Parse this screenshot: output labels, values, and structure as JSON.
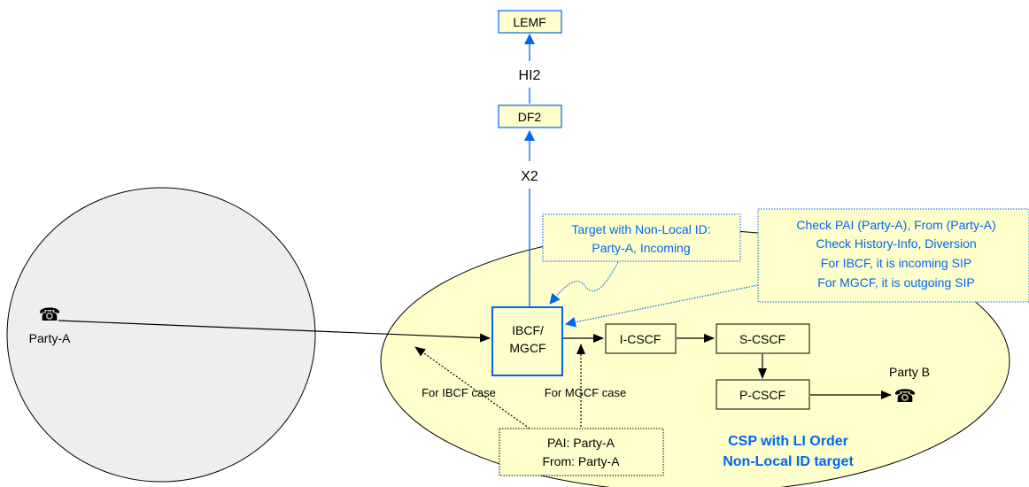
{
  "nodes": {
    "lemf": "LEMF",
    "df2": "DF2",
    "ibcf_line1": "IBCF/",
    "ibcf_line2": "MGCF",
    "icscf": "I-CSCF",
    "scscf": "S-CSCF",
    "pcscf": "P-CSCF"
  },
  "interfaces": {
    "hi2": "HI2",
    "x2": "X2"
  },
  "parties": {
    "party_a": "Party-A",
    "party_b": "Party B"
  },
  "notes": {
    "target_line1": "Target with Non-Local ID:",
    "target_line2": "Party-A, Incoming",
    "check_line1": "Check PAI (Party-A), From (Party-A)",
    "check_line2": "Check History-Info, Diversion",
    "check_line3": "For IBCF, it is incoming SIP",
    "check_line4": "For MGCF, it is outgoing SIP",
    "pai_line1": "PAI: Party-A",
    "pai_line2": "From: Party-A"
  },
  "cases": {
    "ibcf": "For IBCF case",
    "mgcf": "For MGCF case"
  },
  "csp": {
    "line1": "CSP with LI Order",
    "line2": "Non-Local ID target"
  },
  "icons": {
    "phone": "telephone-icon"
  },
  "colors": {
    "box_fill": "#ffffcc",
    "ellipse_fill": "#ffffcc",
    "left_ellipse_fill": "#eeeeee",
    "accent_blue": "#0066ee",
    "black": "#000000"
  }
}
